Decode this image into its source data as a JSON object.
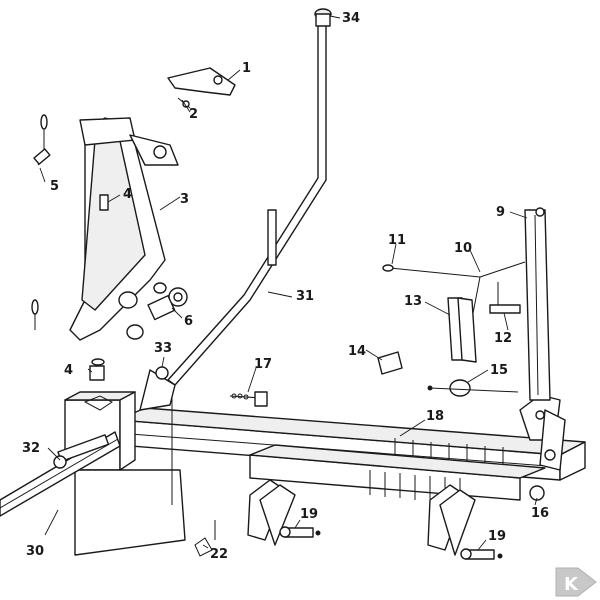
{
  "diagram": {
    "callouts": {
      "c1": "1",
      "c2": "2",
      "c3": "3",
      "c4a": "4",
      "c4b": "4",
      "c5": "5",
      "c6": "6",
      "c9": "9",
      "c10": "10",
      "c11": "11",
      "c12": "12",
      "c13": "13",
      "c14": "14",
      "c15": "15",
      "c16": "16",
      "c17": "17",
      "c18": "18",
      "c19a": "19",
      "c19b": "19",
      "c22": "22",
      "c30": "30",
      "c31": "31",
      "c32": "32",
      "c33": "33",
      "c34": "34"
    },
    "logo_text": "K"
  }
}
